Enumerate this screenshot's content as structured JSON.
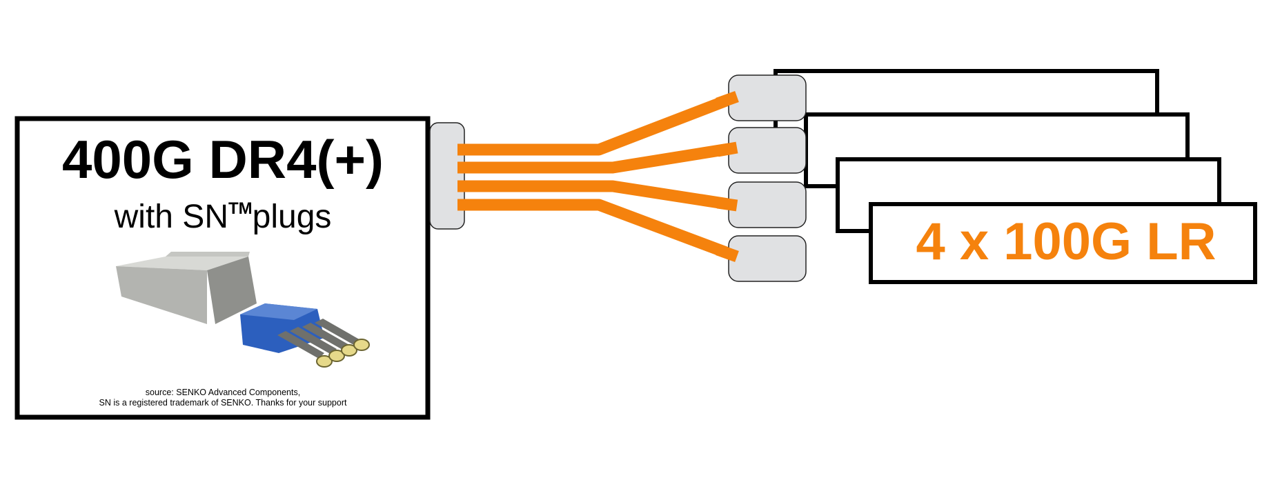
{
  "module": {
    "title": "400G DR4(+)",
    "subtitle_prefix": "with SN",
    "subtitle_mark": "TM",
    "subtitle_suffix": "plugs",
    "caption_line1": "source: SENKO Advanced Components,",
    "caption_line2": "SN is a registered trademark of SENKO. Thanks for your support"
  },
  "target": {
    "label": "4 x 100G LR",
    "count": 4
  },
  "colors": {
    "fiber": "#f5820d",
    "connector": "#e0e1e3",
    "border": "#000000",
    "module_blue": "#2c5fbe",
    "module_grey": "#a9aaa6"
  }
}
